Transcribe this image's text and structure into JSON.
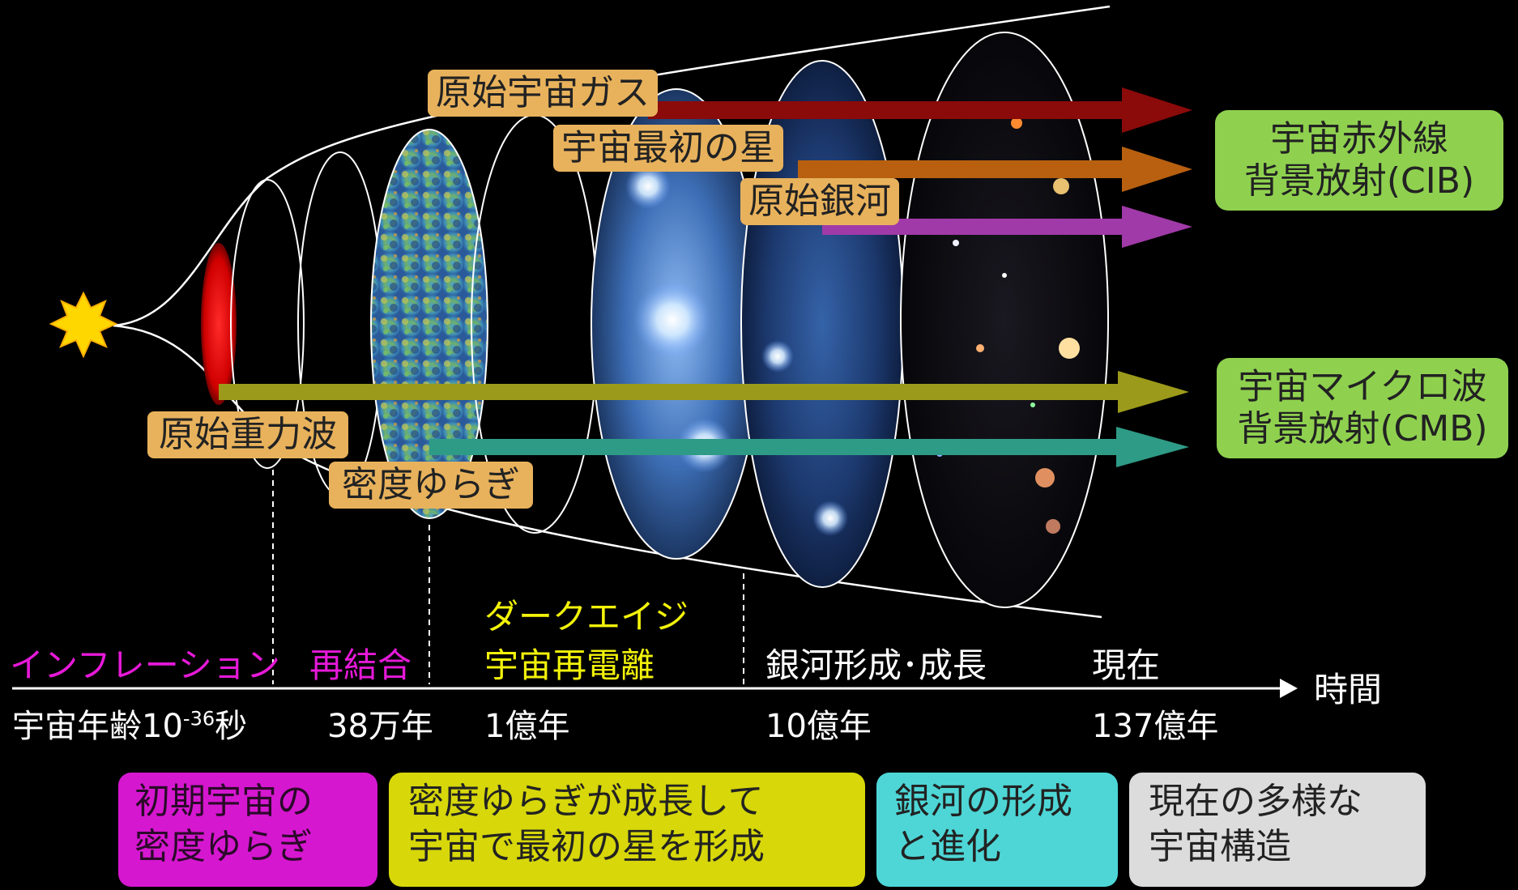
{
  "labels": {
    "primordial_gas": "原始宇宙ガス",
    "first_stars": "宇宙最初の星",
    "primordial_galaxies": "原始銀河",
    "primordial_gw": "原始重力波",
    "density_fluct": "密度ゆらぎ"
  },
  "backgrounds": {
    "cib": [
      "宇宙赤外線",
      "背景放射(CIB)"
    ],
    "cmb": [
      "宇宙マイクロ波",
      "背景放射(CMB)"
    ]
  },
  "epochs": {
    "inflation": "インフレーション",
    "recombination": "再結合",
    "dark_age": "ダークエイジ",
    "reionization": "宇宙再電離",
    "galaxy_formation": "銀河形成･成長",
    "present": "現在"
  },
  "axis": {
    "label": "時間",
    "age_prefix": "宇宙年齢10",
    "age_exp": "-36",
    "age_suffix": "秒",
    "t_380k": "38万年",
    "t_100m": "1億年",
    "t_1g": "10億年",
    "t_13_7g": "137億年"
  },
  "bottom": {
    "b1": [
      "初期宇宙の",
      "密度ゆらぎ"
    ],
    "b2": [
      "密度ゆらぎが成長して",
      "宇宙で最初の星を形成"
    ],
    "b3": [
      "銀河の形成",
      "と進化"
    ],
    "b4": [
      "現在の多様な",
      "宇宙構造"
    ]
  },
  "colors": {
    "label_box": "#e8b25c",
    "green_box": "#8fd14f",
    "magenta": "#e619d8",
    "yellow_text": "#f2f20a",
    "arrow_red": "#8b0a0a",
    "arrow_orange": "#b8600f",
    "arrow_purple": "#a03aa8",
    "arrow_olive": "#9c9a1a",
    "arrow_teal": "#2e9b86",
    "bottom_magenta": "#d617d0",
    "bottom_yellow": "#d7d70a",
    "bottom_cyan": "#4ed6d6",
    "bottom_grey": "#dcdcdc"
  }
}
